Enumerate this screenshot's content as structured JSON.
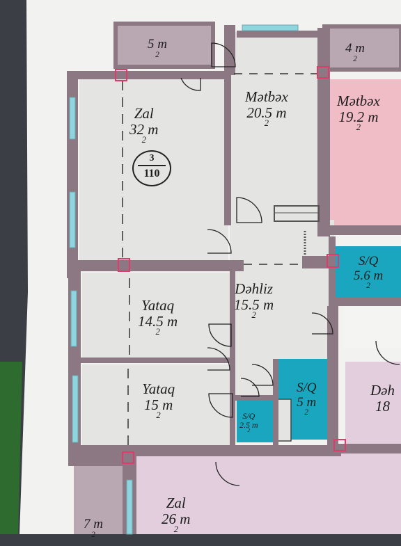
{
  "plan": {
    "apartment": {
      "rooms": "3",
      "area": "110"
    },
    "rooms": [
      {
        "id": "balcony-top",
        "name": "",
        "area": "5 m",
        "sup": "2"
      },
      {
        "id": "kitchen",
        "name": "Mətbəx",
        "area": "20.5 m",
        "sup": "2"
      },
      {
        "id": "hall",
        "name": "Zal",
        "area": "32 m",
        "sup": "2"
      },
      {
        "id": "corridor",
        "name": "Dəhliz",
        "area": "15.5 m",
        "sup": "2"
      },
      {
        "id": "bedroom-1",
        "name": "Yataq",
        "area": "14.5 m",
        "sup": "2"
      },
      {
        "id": "bedroom-2",
        "name": "Yataq",
        "area": "15 m",
        "sup": "2"
      },
      {
        "id": "bathroom",
        "name": "S/Q",
        "area": "5 m",
        "sup": "2"
      },
      {
        "id": "wc",
        "name": "S/Q",
        "area": "2.5 m",
        "sup": "2"
      }
    ],
    "neighbors": [
      {
        "id": "nb-balcony",
        "name": "",
        "area": "4 m",
        "sup": "2"
      },
      {
        "id": "nb-kitchen",
        "name": "Mətbəx",
        "area": "19.2 m",
        "sup": "2"
      },
      {
        "id": "nb-bathroom",
        "name": "S/Q",
        "area": "5.6 m",
        "sup": "2"
      },
      {
        "id": "nb-corridor",
        "name": "Dəh",
        "area": "18",
        "sup": ""
      },
      {
        "id": "nb-hall",
        "name": "Zal",
        "area": "26 m",
        "sup": "2"
      },
      {
        "id": "nb-balcony-bottom",
        "name": "",
        "area": "7 m",
        "sup": "2"
      }
    ]
  },
  "colors": {
    "background": "#3b3f45",
    "paper": "#f2f2f0",
    "room": "#e4e4e2",
    "wall": "#8c7883",
    "balcony": "#b9a7b2",
    "kitchen_neighbor": "#f0bcc5",
    "bathroom": "#1aa6bf",
    "window": "#8fd5de",
    "lower_unit": "#e2cedd"
  }
}
